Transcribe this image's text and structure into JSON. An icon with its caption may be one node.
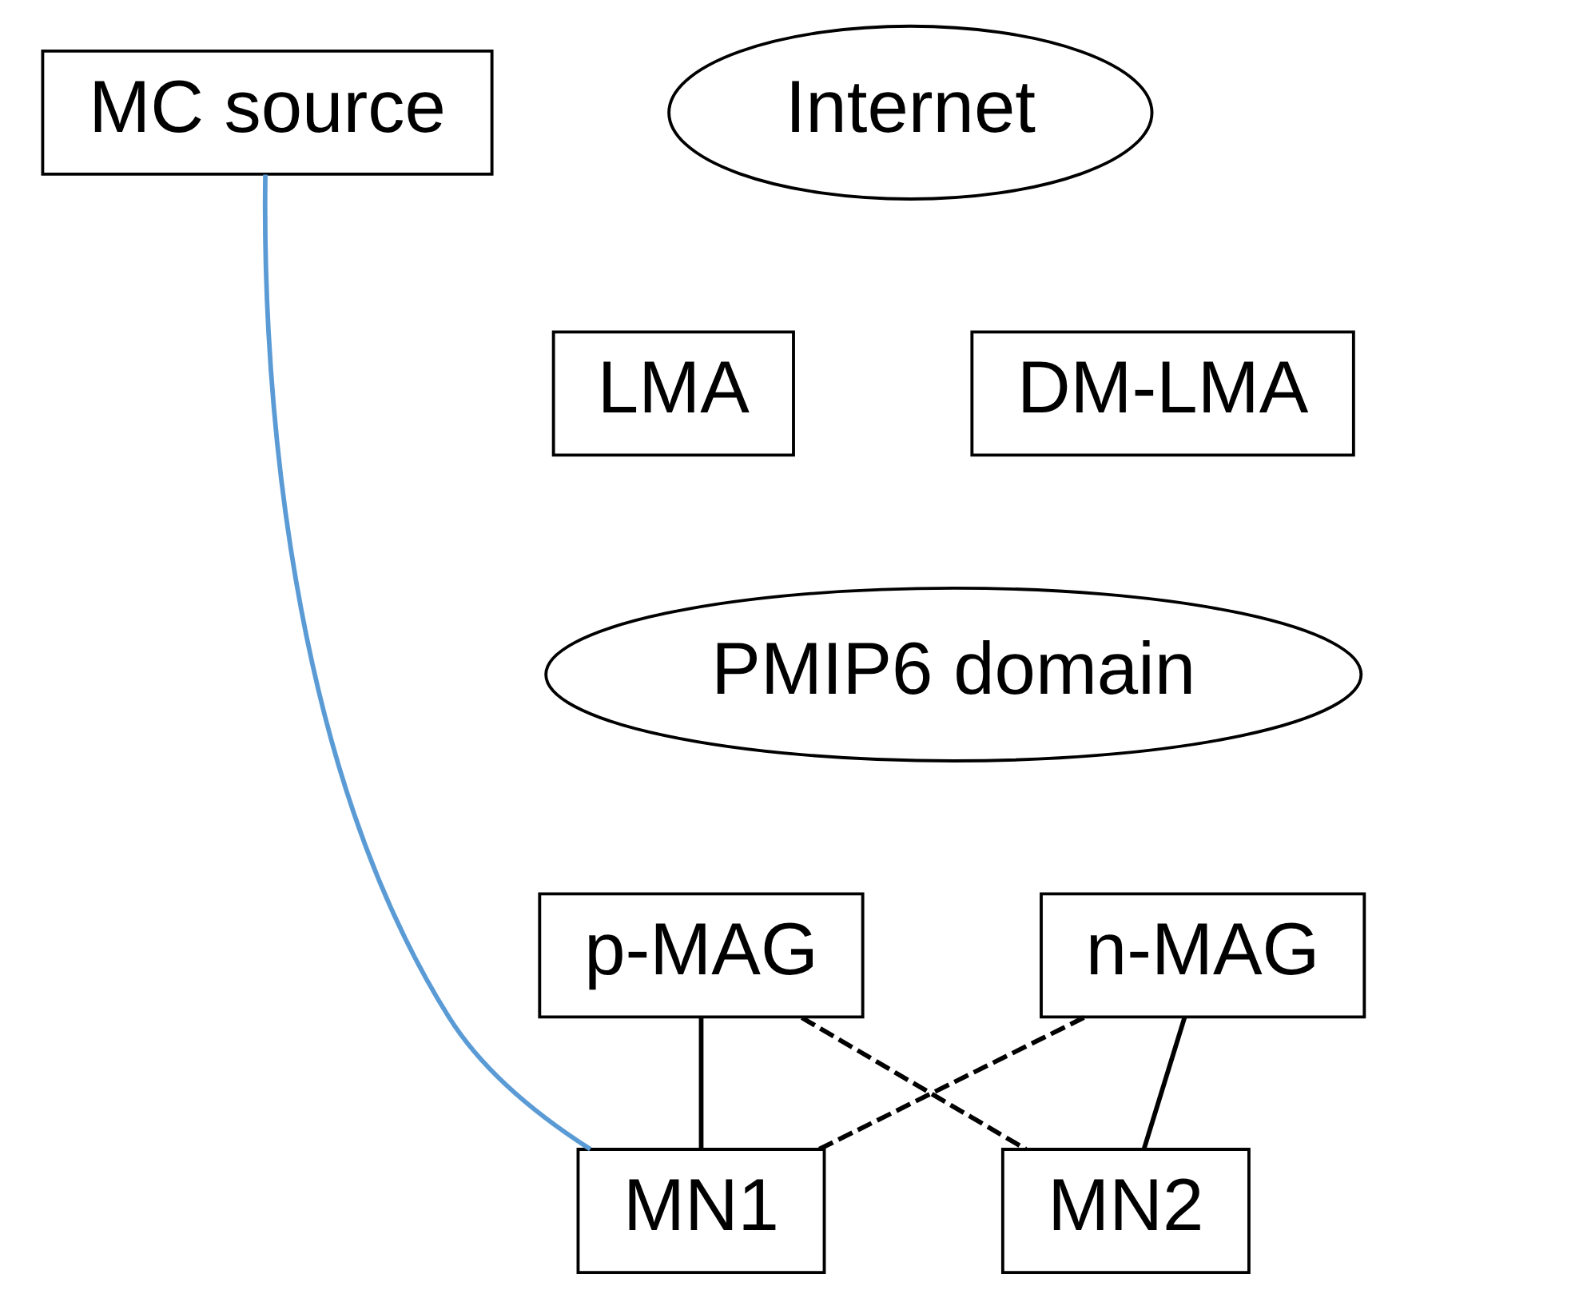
{
  "diagram": {
    "nodes": [
      {
        "text": [
          "MC source"
        ]
      },
      {
        "text": [
          "Internet"
        ]
      },
      {
        "text": [
          "LMA"
        ]
      },
      {
        "text": [
          "DM-LMA"
        ]
      },
      {
        "text": [
          "PMIP6 domain"
        ]
      },
      {
        "text": [
          "p-MAG"
        ]
      },
      {
        "text": [
          "n-MAG"
        ]
      },
      {
        "text": [
          "MN1"
        ]
      },
      {
        "text": [
          "MN2"
        ]
      }
    ],
    "edges": [
      {
        "from": 0,
        "to": 7,
        "arrow": "none",
        "color": "#5b9bd5"
      },
      {
        "from": 5,
        "to": 7,
        "arrow": "none"
      },
      {
        "from": 5,
        "to": 8,
        "arrow": "none",
        "style": "dashed"
      },
      {
        "from": 6,
        "to": 7,
        "arrow": "none",
        "style": "dashed"
      },
      {
        "from": 6,
        "to": 8,
        "arrow": "none"
      }
    ]
  }
}
